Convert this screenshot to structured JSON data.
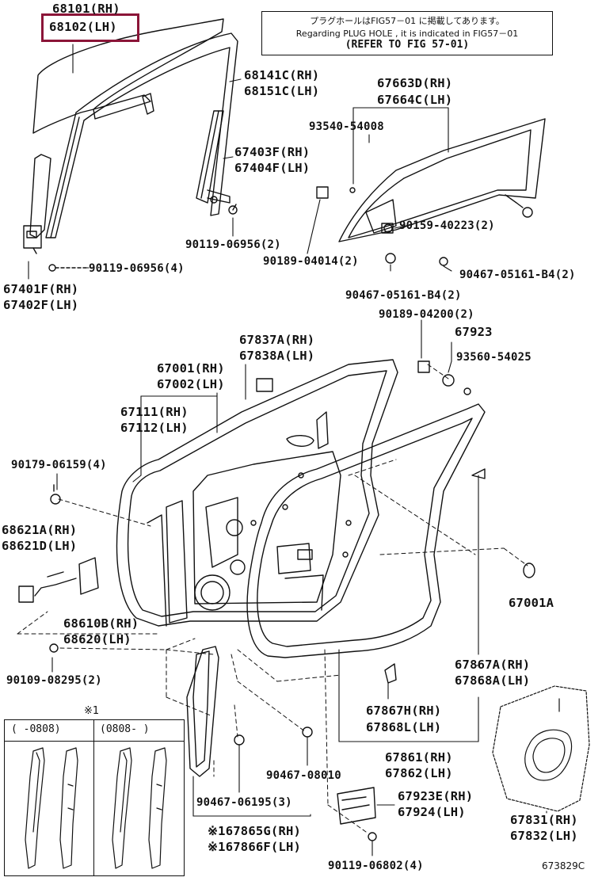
{
  "note": {
    "line1": "プラグホールはFIG57－01 に掲載してあります。",
    "line2": "Regarding PLUG HOLE , it is indicated in FIG57－01",
    "line3": "(REFER TO FIG 57-01)"
  },
  "labels": {
    "p68101": "68101(RH)",
    "p68102": "68102(LH)",
    "p68141c": "68141C(RH)",
    "p68151c": "68151C(LH)",
    "p67663d": "67663D(RH)",
    "p67664c": "67664C(LH)",
    "p93540": "93540-54008",
    "p67403f": "67403F(RH)",
    "p67404f": "67404F(LH)",
    "p90159": "90159-40223(2)",
    "p90119a": "90119-06956(2)",
    "p90189a": "90189-04014(2)",
    "p90467a": "90467-05161-B4(2)",
    "p90119b": "90119-06956(4)",
    "p90467b": "90467-05161-B4(2)",
    "p67401f": "67401F(RH)",
    "p67402f": "67402F(LH)",
    "p90189b": "90189-04200(2)",
    "p67837a": "67837A(RH)",
    "p67838a": "67838A(LH)",
    "p67923": "67923",
    "p93560": "93560-54025",
    "p67001": "67001(RH)",
    "p67002": "67002(LH)",
    "p67111": "67111(RH)",
    "p67112": "67112(LH)",
    "p90179": "90179-06159(4)",
    "p68621a": "68621A(RH)",
    "p68621d": "68621D(LH)",
    "p67001a": "67001A",
    "p68610b": "68610B(RH)",
    "p68620": "68620(LH)",
    "p90109": "90109-08295(2)",
    "p67867a": "67867A(RH)",
    "p67868a": "67868A(LH)",
    "p67867h": "67867H(RH)",
    "p67868l": "67868L(LH)",
    "p90467c": "90467-08010",
    "p67861": "67861(RH)",
    "p67862": "67862(LH)",
    "p90467d": "90467-06195(3)",
    "p67923e": "67923E(RH)",
    "p67924": "67924(LH)",
    "p67831": "67831(RH)",
    "p67832": "67832(LH)",
    "p67865g": "※167865G(RH)",
    "p67866f": "※167866F(LH)",
    "p90119c": "90119-06802(4)"
  },
  "inset": {
    "mark": "※1",
    "col1": "(   -0808)",
    "col2": "(0808-    )"
  },
  "figure_code": "673829C",
  "highlight_color": "#8b1538"
}
